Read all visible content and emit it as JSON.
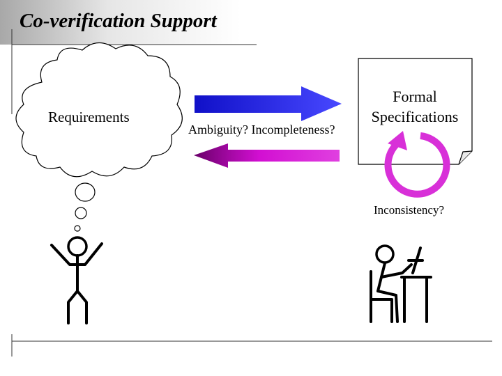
{
  "slide": {
    "title": "Co-verification Support",
    "requirements_label": "Requirements",
    "ambiguity_label": "Ambiguity? Incompleteness?",
    "formal_specifications_label": "Formal Specifications",
    "inconsistency_label": "Inconsistency?"
  },
  "colors": {
    "title_gradient_start": "#a8a8a8",
    "forward_arrow_start": "#1010c8",
    "forward_arrow_end": "#4848ff",
    "backward_arrow_start": "#d20fd2",
    "backward_arrow_end": "#6a006a",
    "cycle_arrow": "#d830d8",
    "stroke": "#000000"
  },
  "icons": [
    "thought-cloud",
    "stick-figure-arms-up",
    "stick-figure-at-computer",
    "document-page",
    "cycle-arrow"
  ]
}
